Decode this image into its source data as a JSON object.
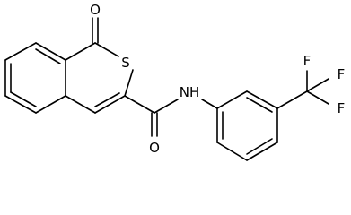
{
  "structure": {
    "atoms": {
      "carbonyl_oxygen_top": "O",
      "ring_sulfur": "S",
      "amide_nitrogen": "NH",
      "amide_oxygen": "O",
      "fluorine_1": "F",
      "fluorine_2": "F",
      "fluorine_3": "F"
    },
    "colors": {
      "bond": "#000000",
      "label": "#000000",
      "background": "#ffffff"
    }
  }
}
